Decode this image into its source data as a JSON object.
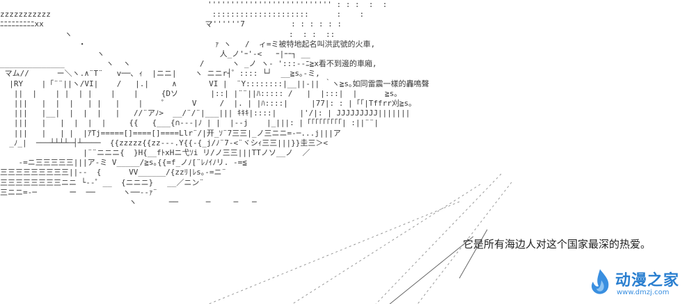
{
  "art_lines": [
    "                                             ''''''''''''''''''''''''''' : : :  :  :",
    "zzzzzzzzzzz                                   :::::::::::::::::::::      :    :",
    "ﾆﾆﾆﾆﾆﾆﾆﾆﾆxx                                   マ''''''7          : : : : : :",
    "              ヽ                                               :  : :  ::",
    "                 ・                            ｧ ヽ   /  ィ=ミ被特地起名叫洪武號的火車,",
    "                     ヽ                         人_ノ'ｰ'-<   ｰ|ｰｰ┐ __",
    "______________         ヽ  ヽ               /      ヽ _ノ ヽ- ':::--ﾆ≧x看不到邊的車廂,",
    " マム//      ー＼ヽ.∧¨T¨   v──､ ｨ  |ニニ|    ヽ ニニr┤゜:::: └┘  __≧s｡-ミ,",
    "  |RY    |「¨¨||ヽ/VI|    /   |.|     ∧       VI |  ¨Y::::::::|__||-|| ｀ヽ≧s｡如同雷震一樣的轟鳴聲",
    "   ||  |    | |  | |    |    |     {Dソ       |::| |¨¨||ﾊ::::: /   |  |:::|  |      ≧s｡",
    "   |||   |  |  |   | |   |    |    ゜     V     /  |. | |ﾊ::::|     |77|: : |「「|Tffrr刈≧s｡",
    "   |||   |__|  |  |  |   |   //¨アﾉ>  __/¨/¨|___||| ｷｷｷ|::::|     |'/|: | JJJJJJJJJ|||||||",
    "   |||   |   |  |  |  |     {{   {___{∩---|ﾉ | |  |--j    |_|||: |「「「「「「「「「| :||¨¨|",
    "   |||   |   | |  |ｱTj=====[]====[]====Llr¨/|开_ｿ¨7三三|_ノ三ニニ=-─...j|||ア",
    "  _ﾉ_|  ───┴┴┴┴─┤┴────  {{zzzzz{{zz---.Y{{-{_j/ﾉ¨7-<¨ヾシｨ三三|||}}圭三＞<",
    "                  |¨¨ニニニ{  }H{__fﾄxHニ弋ｿi リ/ノ三三|||TTノソ__ノ  ／",
    "    -=ニ三三三三三|||ア-ミ V_____/≧s｡{{=f_ノﾉ[¨ﾚﾉｲﾉリ. -=≦",
    "三三三三三三三三三||--  {      VV______/{zzﾘ|ﾚs｡-=ニ¨",
    "三三三三三三三三ニニ └-‐゜__  {ニニニ}   __／ニン¨",
    "三ニニ=-─       ー  ──      ヽ──--ｧ¨",
    "                            ヽ       ──      ─     ─   ─"
  ],
  "caption": "它是所有海边人对这个国家最深的热爱。",
  "watermark": {
    "name": "动漫之家",
    "url": "www.dmzj.com",
    "color": "#2a7fd0"
  }
}
